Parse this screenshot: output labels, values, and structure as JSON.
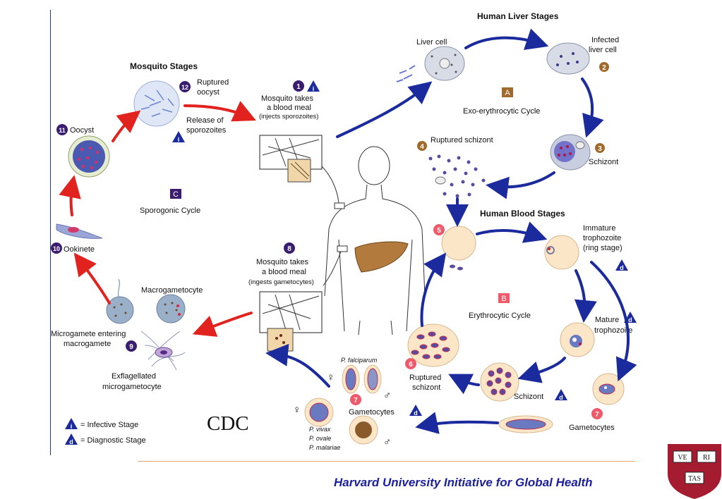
{
  "headers": {
    "liver": "Human Liver Stages",
    "mosquito": "Mosquito Stages",
    "blood": "Human Blood Stages"
  },
  "cycles": {
    "a_letter": "A",
    "a_label": "Exo-erythrocytic Cycle",
    "b_letter": "B",
    "b_label": "Erythrocytic Cycle",
    "c_letter": "C",
    "c_label": "Sporogonic Cycle"
  },
  "liver_stages": {
    "liver_cell": "Liver cell",
    "infected_1": "Infected",
    "infected_2": "liver cell",
    "num2": "2",
    "num3": "3",
    "schizont": "Schizont",
    "num4": "4",
    "ruptured_schizont": "Ruptured schizont"
  },
  "mosquito_meal_1": {
    "num": "1",
    "line1": "Mosquito takes",
    "line2": "a blood meal",
    "line3": "(injects sporozoites)"
  },
  "mosquito_meal_8": {
    "num": "8",
    "line1": "Mosquito takes",
    "line2": "a blood meal",
    "line3": "(ingests gametocytes)"
  },
  "mosquito_stages": {
    "num12": "12",
    "ruptured_1": "Ruptured",
    "ruptured_2": "oocyst",
    "release_1": "Release of",
    "release_2": "sporozoites",
    "num11": "11",
    "oocyst": "Oocyst",
    "num10": "10",
    "ookinete": "Ookinete",
    "macrogametocyte": "Macrogametocyte",
    "microgamete_1": "Microgamete entering",
    "microgamete_2": "macrogamete",
    "num9": "9",
    "exflag_1": "Exflagellated",
    "exflag_2": "microgametocyte"
  },
  "blood_stages": {
    "num5": "5",
    "immature_1": "Immature",
    "immature_2": "trophozoite",
    "immature_3": "(ring stage)",
    "mature_1": "Mature",
    "mature_2": "trophozoite",
    "schizont": "Schizont",
    "num6": "6",
    "ruptured_1": "Ruptured",
    "ruptured_2": "schizont",
    "num7": "7",
    "gametocytes": "Gametocytes"
  },
  "gametocyte_box": {
    "falciparum": "P. falciparum",
    "vivax": "P. vivax",
    "ovale": "P. ovale",
    "malariae": "P. malariae",
    "num7": "7",
    "gametocytes": "Gametocytes",
    "female": "♀",
    "male": "♂"
  },
  "legend": {
    "infective": "= Infective Stage",
    "diagnostic": "= Diagnostic Stage",
    "i": "i",
    "d": "d"
  },
  "credit": "CDC",
  "footer": "Harvard University Initiative for Global Health",
  "crest": {
    "a": "VE",
    "b": "RI",
    "c": "TAS"
  },
  "colors": {
    "arrow_blue": "#1b2a9c",
    "arrow_red": "#e2221f",
    "cell_fill": "#fbe6c8",
    "badge_purple": "#3a1d6e",
    "badge_brown": "#a06a2a",
    "badge_pink": "#ee5a6a",
    "crimson": "#a51c30"
  }
}
